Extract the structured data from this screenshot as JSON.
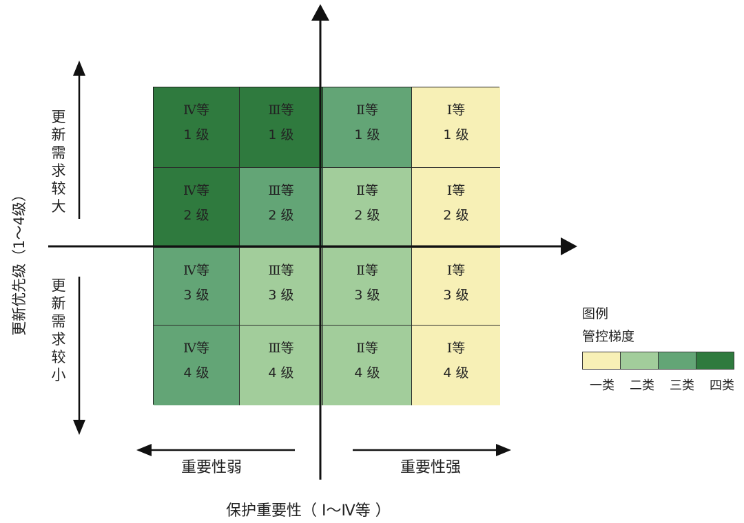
{
  "axes": {
    "x_axis_title": "保护重要性（ Ⅰ～Ⅳ等 ）",
    "y_axis_title": "更新优先级（1～4级）",
    "x_left_label": "重要性弱",
    "x_right_label": "重要性强",
    "y_top_label": "更新需求较大",
    "y_bottom_label": "更新需求较小"
  },
  "grid": {
    "rows": [
      [
        {
          "grade": "Ⅳ等",
          "level": "1 级",
          "class": "四类"
        },
        {
          "grade": "Ⅲ等",
          "level": "1 级",
          "class": "四类"
        },
        {
          "grade": "Ⅱ等",
          "level": "1 级",
          "class": "三类"
        },
        {
          "grade": "Ⅰ等",
          "level": "1 级",
          "class": "一类"
        }
      ],
      [
        {
          "grade": "Ⅳ等",
          "level": "2 级",
          "class": "四类"
        },
        {
          "grade": "Ⅲ等",
          "level": "2 级",
          "class": "三类"
        },
        {
          "grade": "Ⅱ等",
          "level": "2 级",
          "class": "二类"
        },
        {
          "grade": "Ⅰ等",
          "level": "2 级",
          "class": "一类"
        }
      ],
      [
        {
          "grade": "Ⅳ等",
          "level": "3 级",
          "class": "三类"
        },
        {
          "grade": "Ⅲ等",
          "level": "3 级",
          "class": "二类"
        },
        {
          "grade": "Ⅱ等",
          "level": "3 级",
          "class": "二类"
        },
        {
          "grade": "Ⅰ等",
          "level": "3 级",
          "class": "一类"
        }
      ],
      [
        {
          "grade": "Ⅳ等",
          "level": "4 级",
          "class": "三类"
        },
        {
          "grade": "Ⅲ等",
          "level": "4 级",
          "class": "二类"
        },
        {
          "grade": "Ⅱ等",
          "level": "4 级",
          "class": "二类"
        },
        {
          "grade": "Ⅰ等",
          "level": "4 级",
          "class": "一类"
        }
      ]
    ]
  },
  "legend": {
    "title_line1": "图例",
    "title_line2": "管控梯度",
    "items": [
      {
        "label": "一类",
        "color": "#f7f0b6"
      },
      {
        "label": "二类",
        "color": "#a2cd9b"
      },
      {
        "label": "三类",
        "color": "#63a576"
      },
      {
        "label": "四类",
        "color": "#2f7a3e"
      }
    ]
  }
}
